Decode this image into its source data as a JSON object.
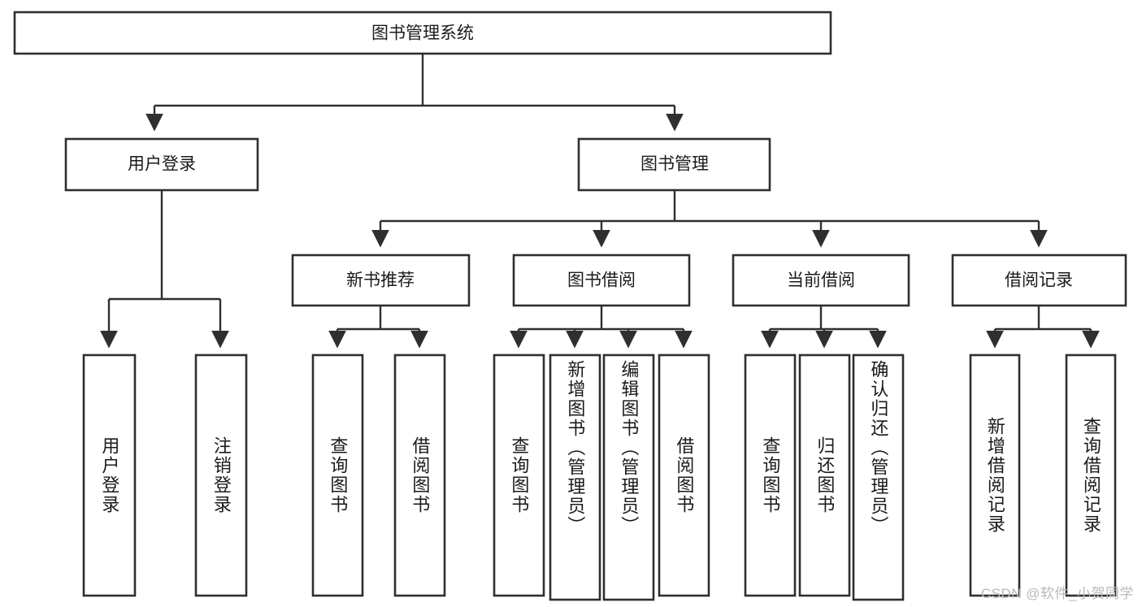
{
  "diagram": {
    "type": "tree-hierarchy",
    "title": "图书管理系统",
    "root": {
      "id": "root",
      "label": "图书管理系统",
      "orientation": "horizontal"
    },
    "level2": [
      {
        "id": "user-login",
        "label": "用户登录",
        "orientation": "horizontal"
      },
      {
        "id": "book-manage",
        "label": "图书管理",
        "orientation": "horizontal"
      }
    ],
    "level3": [
      {
        "id": "new-book-recommend",
        "label": "新书推荐",
        "orientation": "horizontal",
        "parent": "book-manage"
      },
      {
        "id": "book-borrow",
        "label": "图书借阅",
        "orientation": "horizontal",
        "parent": "book-manage"
      },
      {
        "id": "current-borrow",
        "label": "当前借阅",
        "orientation": "horizontal",
        "parent": "book-manage"
      },
      {
        "id": "borrow-record",
        "label": "借阅记录",
        "orientation": "horizontal",
        "parent": "book-manage"
      }
    ],
    "leaves": [
      {
        "id": "leaf-user-login",
        "label": "用户登录",
        "parent": "user-login",
        "orientation": "vertical"
      },
      {
        "id": "leaf-user-logout",
        "label": "注销登录",
        "parent": "user-login",
        "orientation": "vertical"
      },
      {
        "id": "leaf-query-book-1",
        "label": "查询图书",
        "parent": "new-book-recommend",
        "orientation": "vertical"
      },
      {
        "id": "leaf-borrow-book-1",
        "label": "借阅图书",
        "parent": "new-book-recommend",
        "orientation": "vertical"
      },
      {
        "id": "leaf-query-book-2",
        "label": "查询图书",
        "parent": "book-borrow",
        "orientation": "vertical"
      },
      {
        "id": "leaf-add-book",
        "label": "新增图书（管理员）",
        "parent": "book-borrow",
        "orientation": "vertical"
      },
      {
        "id": "leaf-edit-book",
        "label": "编辑图书（管理员）",
        "parent": "book-borrow",
        "orientation": "vertical"
      },
      {
        "id": "leaf-borrow-book-2",
        "label": "借阅图书",
        "parent": "book-borrow",
        "orientation": "vertical"
      },
      {
        "id": "leaf-query-book-3",
        "label": "查询图书",
        "parent": "current-borrow",
        "orientation": "vertical"
      },
      {
        "id": "leaf-return-book",
        "label": "归还图书",
        "parent": "current-borrow",
        "orientation": "vertical"
      },
      {
        "id": "leaf-confirm-return",
        "label": "确认归还（管理员）",
        "parent": "current-borrow",
        "orientation": "vertical"
      },
      {
        "id": "leaf-add-record",
        "label": "新增借阅记录",
        "parent": "borrow-record",
        "orientation": "vertical"
      },
      {
        "id": "leaf-query-record",
        "label": "查询借阅记录",
        "parent": "borrow-record",
        "orientation": "vertical"
      }
    ],
    "colors": {
      "background": "#ffffff",
      "box_fill": "#ffffff",
      "box_stroke": "#2f2f2f",
      "text": "#1b1b1b",
      "connector": "#2f2f2f",
      "watermark": "#b9b9b9"
    }
  },
  "watermark": {
    "text": "CSDN @软件_小贺同学"
  }
}
